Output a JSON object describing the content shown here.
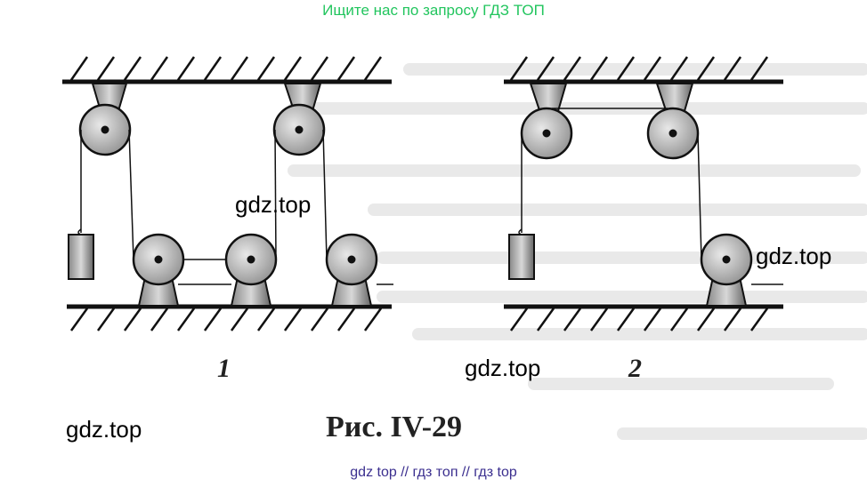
{
  "banner": {
    "text": "Ищите нас по запросу ГДЗ ТОП",
    "color": "#22c55e"
  },
  "watermarks": [
    "gdz.top",
    "gdz.top",
    "gdz.top",
    "gdz.top"
  ],
  "figure": {
    "sub_label_1": "1",
    "sub_label_2": "2",
    "caption": "Рис.  IV-29"
  },
  "footer": {
    "text": "gdz top  //  гдз топ  //  гдз top",
    "color": "#3b2f8f"
  }
}
